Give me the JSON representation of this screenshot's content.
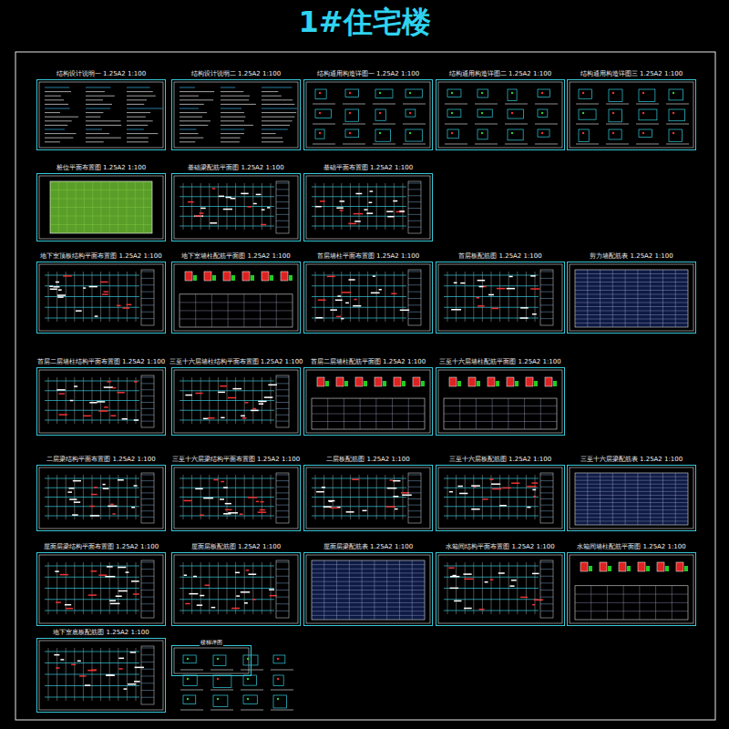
{
  "diagram": {
    "title": "1#住宅楼",
    "nodes": [
      {
        "text": [
          "结构设计说明一 1.25A2 1:100"
        ]
      },
      {
        "text": [
          "结构设计说明二 1.25A2 1:100"
        ]
      },
      {
        "text": [
          "结构通用构造详图一 1.25A2 1:100"
        ]
      },
      {
        "text": [
          "结构通用构造详图二 1.25A2 1:100"
        ]
      },
      {
        "text": [
          "结构通用构造详图三 1.25A2 1:100"
        ]
      },
      {
        "text": [
          "桩位平面布置图 1.25A2 1:100"
        ]
      },
      {
        "text": [
          "基础梁配筋平面图 1.25A2 1:100"
        ]
      },
      {
        "text": [
          "基础平面布置图 1.25A2 1:100"
        ]
      },
      {
        "text": [
          "地下室顶板结构平面布置图 1.25A2 1:100"
        ]
      },
      {
        "text": [
          "地下室墙柱配筋平面图 1.25A2 1:100"
        ]
      },
      {
        "text": [
          "首层墙柱平面布置图 1.25A2 1:100"
        ]
      },
      {
        "text": [
          "首层板配筋图 1.25A2 1:100"
        ]
      },
      {
        "text": [
          "剪力墙配筋表 1.25A2 1:100"
        ]
      },
      {
        "text": [
          "首层二层墙柱结构平面布置图 1.25A2 1:100"
        ]
      },
      {
        "text": [
          "三至十六层墙柱结构平面布置图 1.25A2 1:100"
        ]
      },
      {
        "text": [
          "首层二层墙柱配筋平面图 1.25A2 1:100"
        ]
      },
      {
        "text": [
          "三至十六层墙柱配筋平面图 1.25A2 1:100"
        ]
      },
      {
        "text": [
          "二层梁结构平面布置图 1.25A2 1:100"
        ]
      },
      {
        "text": [
          "三至十六层梁结构平面布置图 1.25A2 1:100"
        ]
      },
      {
        "text": [
          "二层板配筋图 1.25A2 1:100"
        ]
      },
      {
        "text": [
          "三至十六层板配筋图 1.25A2 1:100"
        ]
      },
      {
        "text": [
          "三至十六层梁配筋表 1.25A2 1:100"
        ]
      },
      {
        "text": [
          "屋面层梁结构平面布置图 1.25A2 1:100"
        ]
      },
      {
        "text": [
          "屋面层板配筋图 1.25A2 1:100"
        ]
      },
      {
        "text": [
          "屋面层梁配筋表 1.25A2 1:100"
        ]
      },
      {
        "text": [
          "水箱间结构平面布置图 1.25A2 1:100"
        ]
      },
      {
        "text": [
          "水箱间墙柱配筋平面图 1.25A2 1:100"
        ]
      },
      {
        "text": [
          "地下室底板配筋图 1.25A2 1:100"
        ]
      },
      {
        "text": [
          "楼梯详图"
        ]
      }
    ]
  }
}
